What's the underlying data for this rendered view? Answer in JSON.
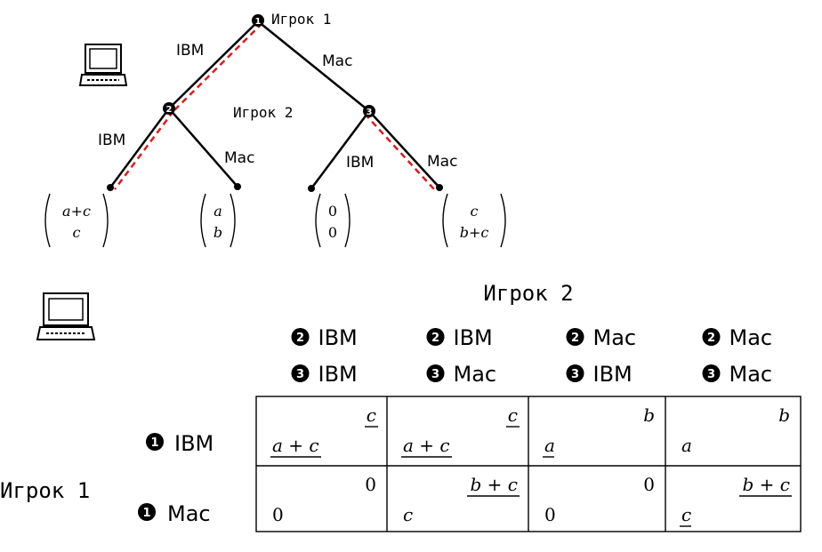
{
  "tree": {
    "root_label": "Игрок 1",
    "node2_label": "Игрок 2",
    "node_numbers": [
      "1",
      "2",
      "3"
    ],
    "edges": {
      "root_left": "IBM",
      "root_right": "Mac",
      "n2_left": "IBM",
      "n2_right": "Mac",
      "n3_left": "IBM",
      "n3_right": "Mac"
    },
    "payoffs": [
      {
        "top": "a+c",
        "bottom": "c"
      },
      {
        "top": "a",
        "bottom": "b"
      },
      {
        "top": "0",
        "bottom": "0"
      },
      {
        "top": "c",
        "bottom": "b+c"
      }
    ],
    "path_color": "#e0191d"
  },
  "matrix": {
    "col_player": "Игрок 2",
    "row_player": "Игрок 1",
    "col_headers": [
      {
        "n2": "IBM",
        "n3": "IBM"
      },
      {
        "n2": "IBM",
        "n3": "Mac"
      },
      {
        "n2": "Mac",
        "n3": "IBM"
      },
      {
        "n2": "Mac",
        "n3": "Mac"
      }
    ],
    "node_numbers": {
      "n1": "1",
      "n2": "2",
      "n3": "3"
    },
    "row_headers": [
      "IBM",
      "Mac"
    ],
    "cells": [
      [
        {
          "p1": "a + c",
          "p2": "c",
          "p1_under": true,
          "p2_under": true
        },
        {
          "p1": "a + c",
          "p2": "c",
          "p1_under": true,
          "p2_under": true
        },
        {
          "p1": "a",
          "p2": "b",
          "p1_under": true,
          "p2_under": false
        },
        {
          "p1": "a",
          "p2": "b",
          "p1_under": false,
          "p2_under": false
        }
      ],
      [
        {
          "p1": "0",
          "p2": "0",
          "p1_under": false,
          "p2_under": false
        },
        {
          "p1": "c",
          "p2": "b + c",
          "p1_under": false,
          "p2_under": true
        },
        {
          "p1": "0",
          "p2": "0",
          "p1_under": false,
          "p2_under": false
        },
        {
          "p1": "c",
          "p2": "b + c",
          "p1_under": true,
          "p2_under": true
        }
      ]
    ]
  },
  "icons": [
    "computer-icon",
    "computer-icon"
  ]
}
